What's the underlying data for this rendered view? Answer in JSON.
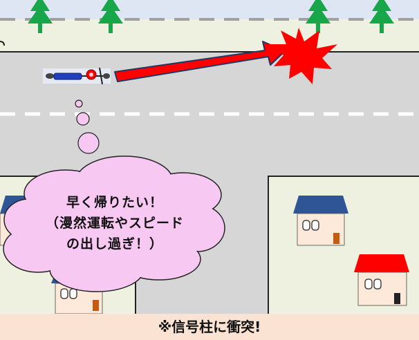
{
  "thought": {
    "line1": "早く帰りたい！",
    "line2": "（漫然運転やスピード",
    "line3": "の出し過ぎ！）"
  },
  "caption": "※信号柱に衝突!",
  "colors": {
    "sky": "#dde6f2",
    "ground": "#eef1df",
    "road": "#d6d6d6",
    "arrow": "#ff0000",
    "explosion": "#ff0000",
    "thought_bubble": "#f7c8f2",
    "caption_bg": "#fbe3d3",
    "tree": "#17a64a",
    "roof_blue": "#2f5597",
    "roof_red": "#ff0000"
  },
  "icons": [
    "tree-icon",
    "motorcycle-icon",
    "explosion-icon",
    "house-icon",
    "arrow-icon",
    "thought-bubble-icon"
  ]
}
